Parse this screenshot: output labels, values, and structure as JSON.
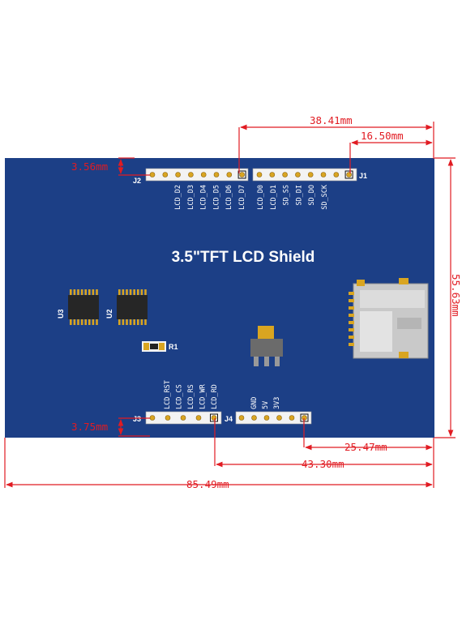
{
  "board": {
    "title": "3.5\"TFT LCD Shield",
    "colors": {
      "board": "#1c3f86",
      "dimension": "#e11b22",
      "header": "#f3f3f3",
      "pin_gold": "#d9a521"
    }
  },
  "dimensions": {
    "d1": "38.41mm",
    "d2": "16.50mm",
    "d3": "3.56mm",
    "d4": "55.63mm",
    "d5": "3.75mm",
    "d6": "25.47mm",
    "d7": "43.30mm",
    "d8": "85.49mm"
  },
  "headers": {
    "j2": {
      "label": "J2",
      "pins": [
        "LCD_D2",
        "LCD_D3",
        "LCD_D4",
        "LCD_D5",
        "LCD_D6",
        "LCD_D7"
      ]
    },
    "j1": {
      "label": "J1",
      "pins": [
        "LCD_D0",
        "LCD_D1",
        "SD_SS",
        "SD_DI",
        "SD_DO",
        "SD_SCK"
      ]
    },
    "j3": {
      "label": "J3",
      "pins": [
        "LCD_RST",
        "LCD_CS",
        "LCD_RS",
        "LCD_WR",
        "LCD_RD"
      ]
    },
    "j4": {
      "label": "J4",
      "pins": [
        "GND",
        "5V",
        "3V3"
      ]
    }
  },
  "components": {
    "u3": "U3",
    "u2": "U2",
    "r1": "R1"
  }
}
